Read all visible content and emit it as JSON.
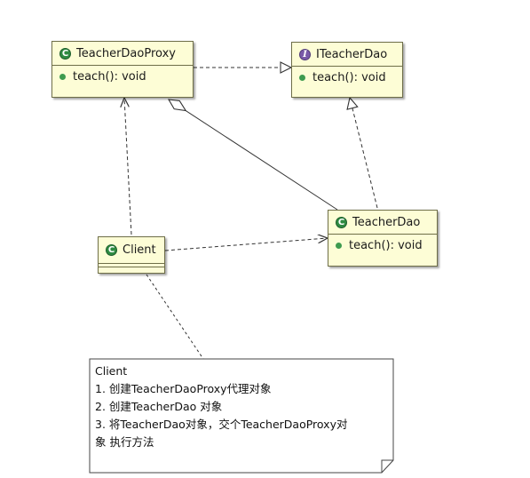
{
  "classes": {
    "proxy": {
      "name": "TeacherDaoProxy",
      "stereotype_icon": "class-icon",
      "operation": "teach(): void"
    },
    "interface": {
      "name": "ITeacherDao",
      "stereotype_icon": "interface-icon",
      "operation": "teach(): void"
    },
    "target": {
      "name": "TeacherDao",
      "stereotype_icon": "class-icon",
      "operation": "teach(): void"
    },
    "client": {
      "name": "Client",
      "stereotype_icon": "class-icon"
    }
  },
  "badges": {
    "class": "C",
    "interface": "I"
  },
  "note": {
    "lines": [
      "Client",
      "1. 创建TeacherDaoProxy代理对象",
      "2. 创建TeacherDao 对象",
      "3. 将TeacherDao对象，交个TeacherDaoProxy对",
      "象 执行方法"
    ]
  },
  "colors": {
    "class_fill": "#fdfdd6",
    "class_border": "#6e6e48",
    "class_badge": "#2f8b42",
    "interface_badge": "#7a5aa8",
    "edge": "#333333"
  }
}
